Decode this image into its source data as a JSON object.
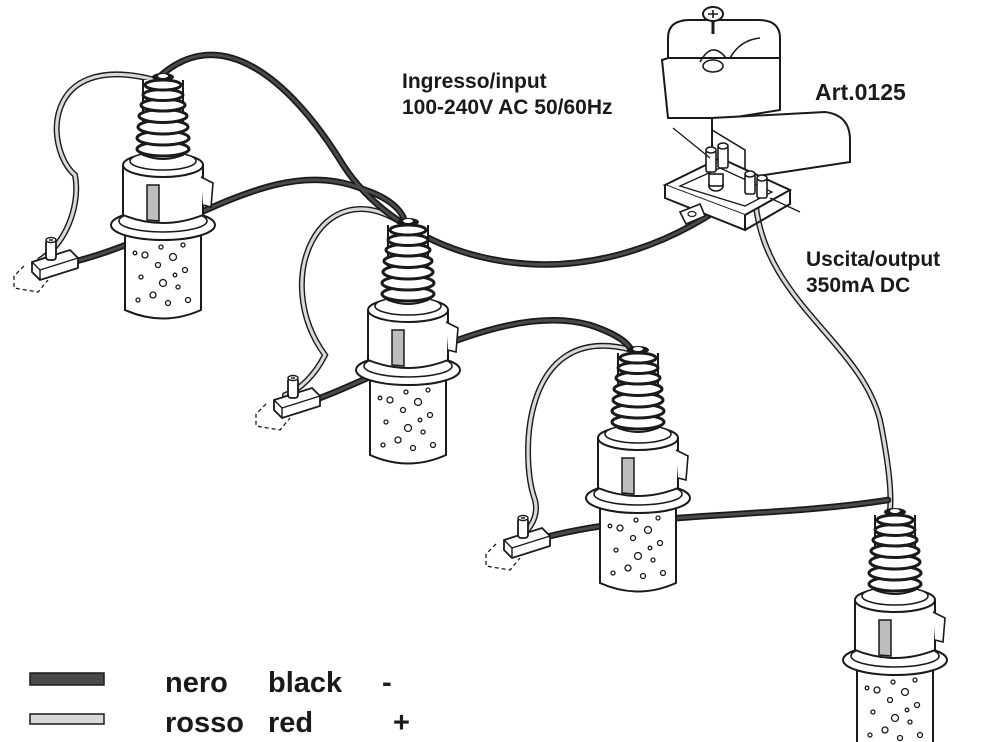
{
  "labels": {
    "input_line1": "Ingresso/input",
    "input_line2": "100-240V AC 50/60Hz",
    "article": "Art.0125",
    "output_line1": "Uscita/output",
    "output_line2": "350mA DC"
  },
  "legend": [
    {
      "it": "nero",
      "en": "black",
      "sign": "-",
      "color": "#4a4a4a"
    },
    {
      "it": "rosso",
      "en": "red",
      "sign": "+",
      "color": "#d8d8d8"
    }
  ],
  "colors": {
    "wire_black": "#4a4a4a",
    "wire_red": "#d8d8d8",
    "outline": "#1a1a1a"
  },
  "icons": [
    "led-downlight-icon",
    "led-driver-icon",
    "terminal-block-icon",
    "screw-icon"
  ]
}
